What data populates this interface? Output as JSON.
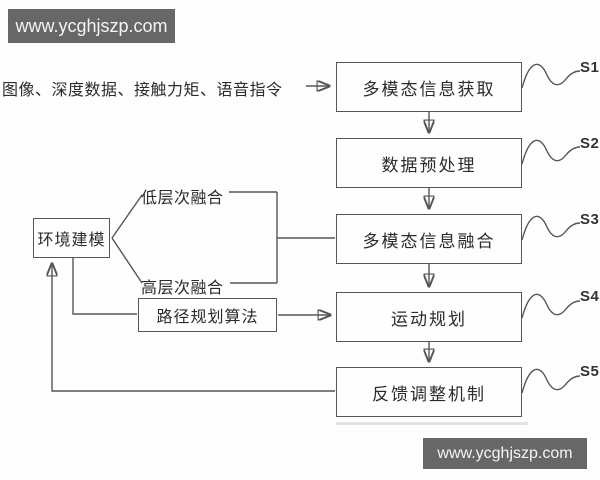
{
  "watermark_top": {
    "text": "www.ycghjszp.com"
  },
  "watermark_bottom": {
    "text": "www.ycghjszp.com"
  },
  "diagram": {
    "input_label": "图像、深度数据、接触力矩、语音指令",
    "steps": [
      {
        "id": "S1",
        "label": "多模态信息获取"
      },
      {
        "id": "S2",
        "label": "数据预处理"
      },
      {
        "id": "S3",
        "label": "多模态信息融合"
      },
      {
        "id": "S4",
        "label": "运动规划"
      },
      {
        "id": "S5",
        "label": "反馈调整机制"
      }
    ],
    "env_modeling_label": "环境建模",
    "low_level_fusion_label": "低层次融合",
    "high_level_fusion_label": "高层次融合",
    "path_planning_label": "路径规划算法"
  },
  "colors": {
    "line": "#565656",
    "watermark_bg": "#676767",
    "text": "#2b2b2b",
    "background": "#fefefe"
  }
}
